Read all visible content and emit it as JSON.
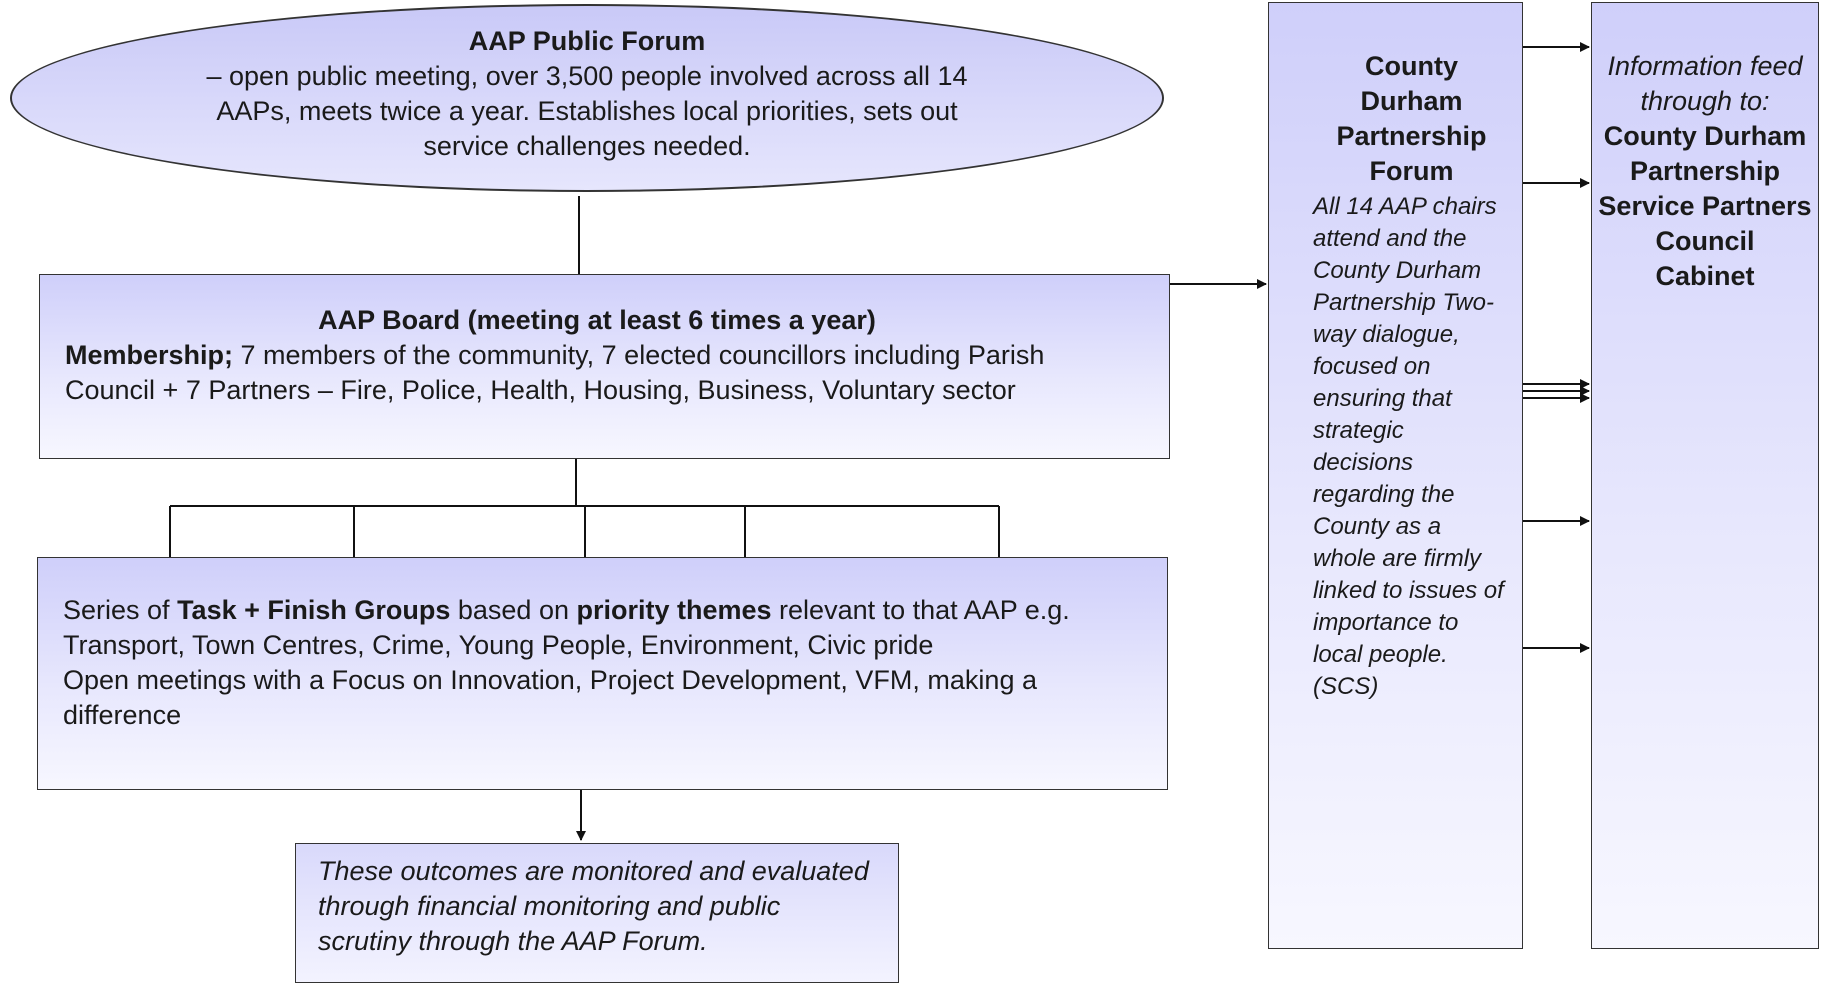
{
  "forum": {
    "title": "AAP Public Forum",
    "description": "– open public meeting, over 3,500 people involved across all 14 AAPs, meets twice a year. Establishes local priorities, sets out service challenges needed."
  },
  "board": {
    "title": "AAP Board (meeting at least 6 times a year)",
    "membership_label": "Membership;",
    "membership_text": " 7 members of the community, 7 elected councillors including Parish Council + 7 Partners – Fire, Police, Health, Housing, Business, Voluntary sector"
  },
  "groups": {
    "prefix": "Series of ",
    "task_label": "Task + Finish Groups",
    "middle": " based on ",
    "themes_label": "priority themes",
    "suffix": " relevant to  that AAP e.g. Transport, Town Centres, Crime, Young People, Environment, Civic pride",
    "meetings": "Open meetings with a  Focus on Innovation, Project Development, VFM, making a difference"
  },
  "outcome": {
    "text": "These outcomes are monitored and evaluated through financial monitoring and public scrutiny through the AAP Forum."
  },
  "cdp_forum": {
    "title": "County Durham Partnership Forum",
    "body": "All 14 AAP chairs attend and the County Durham Partnership Two-way dialogue, focused on ensuring that strategic decisions regarding the County as a whole are firmly linked to issues of importance to local people. (SCS)"
  },
  "info_feed": {
    "intro": "Information feed through to:",
    "targets": [
      "County Durham Partnership",
      "Service Partners",
      "Council",
      "Cabinet"
    ]
  },
  "colors": {
    "box_fill_top": "#cfcffa",
    "box_fill_bottom": "#f7f7ff",
    "border": "#333333",
    "connector": "#111111"
  }
}
